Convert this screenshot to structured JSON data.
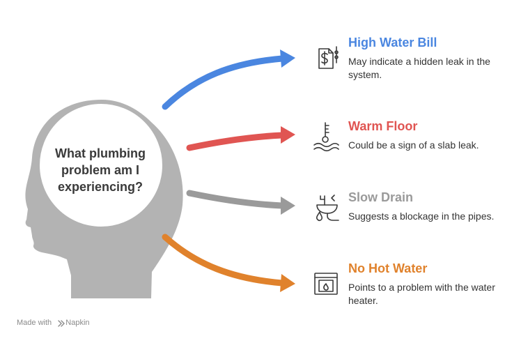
{
  "question": [
    "What plumbing",
    "problem am I",
    "experiencing?"
  ],
  "items": [
    {
      "title": "High Water Bill",
      "description": "May indicate a hidden leak in the system.",
      "color": "#4a86e0",
      "icon": "water-bill-icon"
    },
    {
      "title": "Warm Floor",
      "description": "Could be a sign of a slab leak.",
      "color": "#e05552",
      "icon": "thermometer-water-icon"
    },
    {
      "title": "Slow Drain",
      "description": "Suggests a blockage in the pipes.",
      "color": "#9a9a9a",
      "icon": "sink-drain-icon"
    },
    {
      "title": "No Hot Water",
      "description": "Points to a problem with the water heater.",
      "color": "#e0822c",
      "icon": "water-heater-icon"
    }
  ],
  "footer": {
    "made_with": "Made with",
    "brand": "Napkin"
  },
  "colors": {
    "head": "#b3b3b3",
    "circle_stroke": "#b3b3b3",
    "text": "#333333"
  }
}
